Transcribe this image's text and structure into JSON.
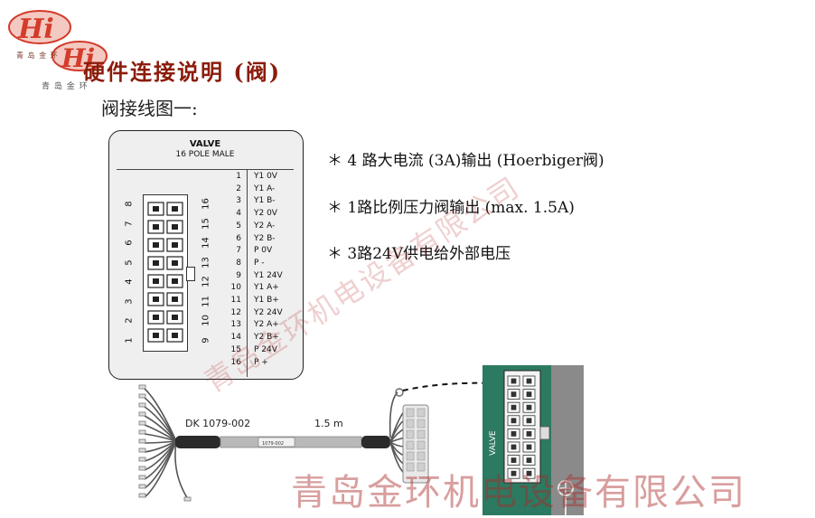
{
  "logo": {
    "sub_text_1": "青 岛 金 环",
    "sub_text_2": "青 岛 金 环",
    "color_red": "#d43b2a"
  },
  "header": {
    "title": "硬件连接说明 (阀)",
    "subtitle": "阀接线图一:"
  },
  "valve_table": {
    "title": "VALVE",
    "subtitle": "16 POLE MALE",
    "left_numbers": [
      "8",
      "7",
      "6",
      "5",
      "4",
      "3",
      "2",
      "1"
    ],
    "right_numbers": [
      "16",
      "15",
      "14",
      "13",
      "12",
      "11",
      "10",
      "9"
    ],
    "pins": [
      {
        "n": "1",
        "s": "Y1 0V"
      },
      {
        "n": "2",
        "s": "Y1 A-"
      },
      {
        "n": "3",
        "s": "Y1 B-"
      },
      {
        "n": "4",
        "s": "Y2 0V"
      },
      {
        "n": "5",
        "s": "Y2 A-"
      },
      {
        "n": "6",
        "s": "Y2 B-"
      },
      {
        "n": "7",
        "s": "P 0V"
      },
      {
        "n": "8",
        "s": "P -"
      },
      {
        "n": "9",
        "s": "Y1 24V"
      },
      {
        "n": "10",
        "s": "Y1 A+"
      },
      {
        "n": "11",
        "s": "Y1 B+"
      },
      {
        "n": "12",
        "s": "Y2 24V"
      },
      {
        "n": "13",
        "s": "Y2 A+"
      },
      {
        "n": "14",
        "s": "Y2 B+"
      },
      {
        "n": "15",
        "s": "P 24V"
      },
      {
        "n": "16",
        "s": "P +"
      }
    ]
  },
  "bullets": [
    "＊ 4 路大电流 (3A)输出 (Hoerbiger阀)",
    "＊ 1路比例压力阀输出 (max. 1.5A)",
    "＊ 3路24V供电给外部电压"
  ],
  "cable": {
    "part_label": "DK 1079-002",
    "length_label": "1.5 m",
    "tag_label": "1079-002",
    "valve_label": "VALVE"
  },
  "watermark": {
    "diagonal": "青岛金环机电设备有限公司",
    "bottom": "青岛金环机电设备有限公司"
  }
}
